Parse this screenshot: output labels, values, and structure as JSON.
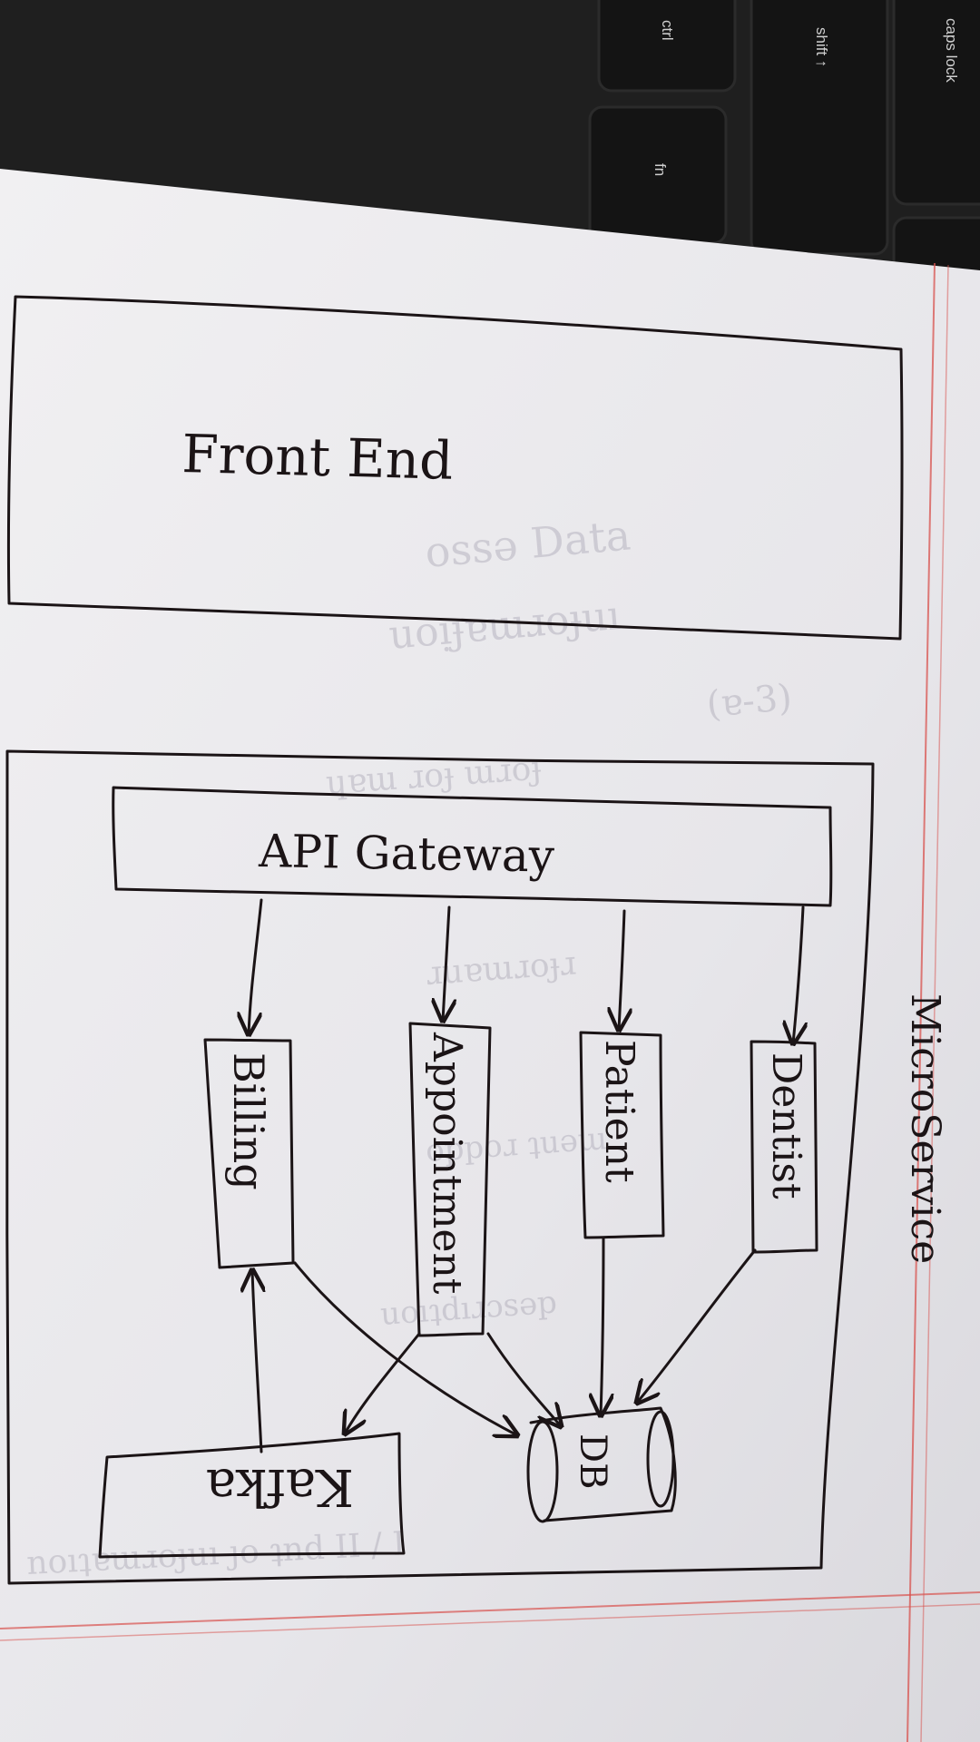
{
  "keyboard": {
    "keys": [
      {
        "id": "caps-lock",
        "label": "caps lock"
      },
      {
        "id": "shift",
        "label": "shift ↑"
      },
      {
        "id": "ctrl",
        "label": "ctrl"
      },
      {
        "id": "fn",
        "label": "fn"
      }
    ]
  },
  "diagram": {
    "frontend": {
      "label": "Front End"
    },
    "microservice": {
      "label": "MicroService",
      "gateway": {
        "label": "API Gateway"
      },
      "services": [
        {
          "id": "billing",
          "label": "Billing"
        },
        {
          "id": "appointment",
          "label": "Appointment"
        },
        {
          "id": "patient",
          "label": "Patient"
        },
        {
          "id": "dentist",
          "label": "Dentist"
        }
      ],
      "db": {
        "label": "DB"
      },
      "kafka": {
        "label": "Kafka"
      }
    }
  },
  "colors": {
    "paper": "#ecebee",
    "ink": "#1b1416",
    "margin_line": "#d9534f",
    "keyboard": "#1f1f1f"
  }
}
